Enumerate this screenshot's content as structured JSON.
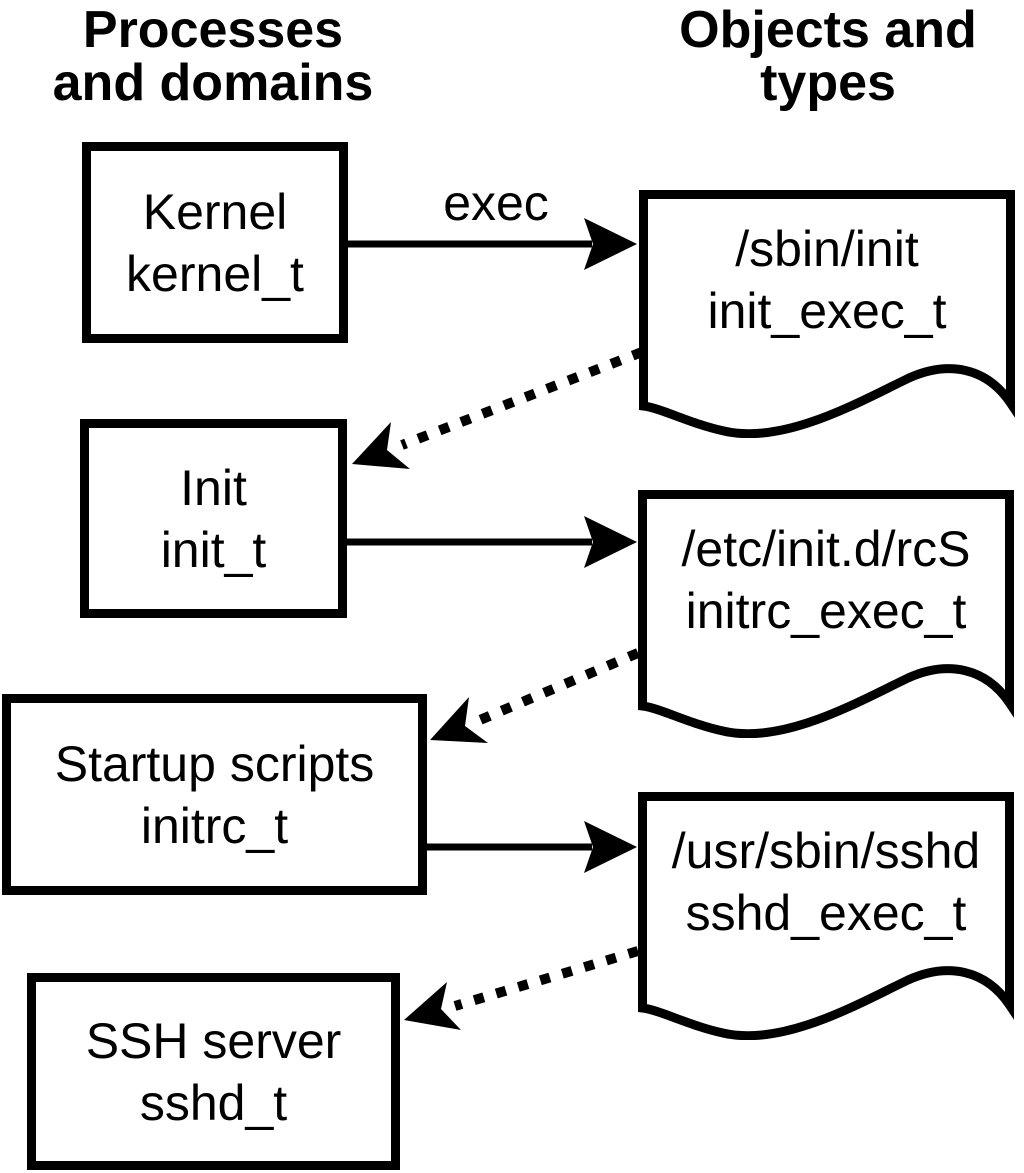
{
  "columns": {
    "left_header": {
      "line1": "Processes",
      "line2": "and domains"
    },
    "right_header": {
      "line1": "Objects and",
      "line2": "types"
    }
  },
  "processes": [
    {
      "name": "Kernel",
      "type": "kernel_t"
    },
    {
      "name": "Init",
      "type": "init_t"
    },
    {
      "name": "Startup scripts",
      "type": "initrc_t"
    },
    {
      "name": "SSH server",
      "type": "sshd_t"
    }
  ],
  "objects": [
    {
      "path": "/sbin/init",
      "type": "init_exec_t"
    },
    {
      "path": "/etc/init.d/rcS",
      "type": "initrc_exec_t"
    },
    {
      "path": "/usr/sbin/sshd",
      "type": "sshd_exec_t"
    }
  ],
  "labels": {
    "exec": "exec"
  },
  "icons": {
    "document_shape": "document-shape",
    "solid_arrow": "exec-arrow",
    "dotted_arrow": "domain-transition-arrow"
  },
  "colors": {
    "foreground": "#000000",
    "background": "#ffffff"
  }
}
